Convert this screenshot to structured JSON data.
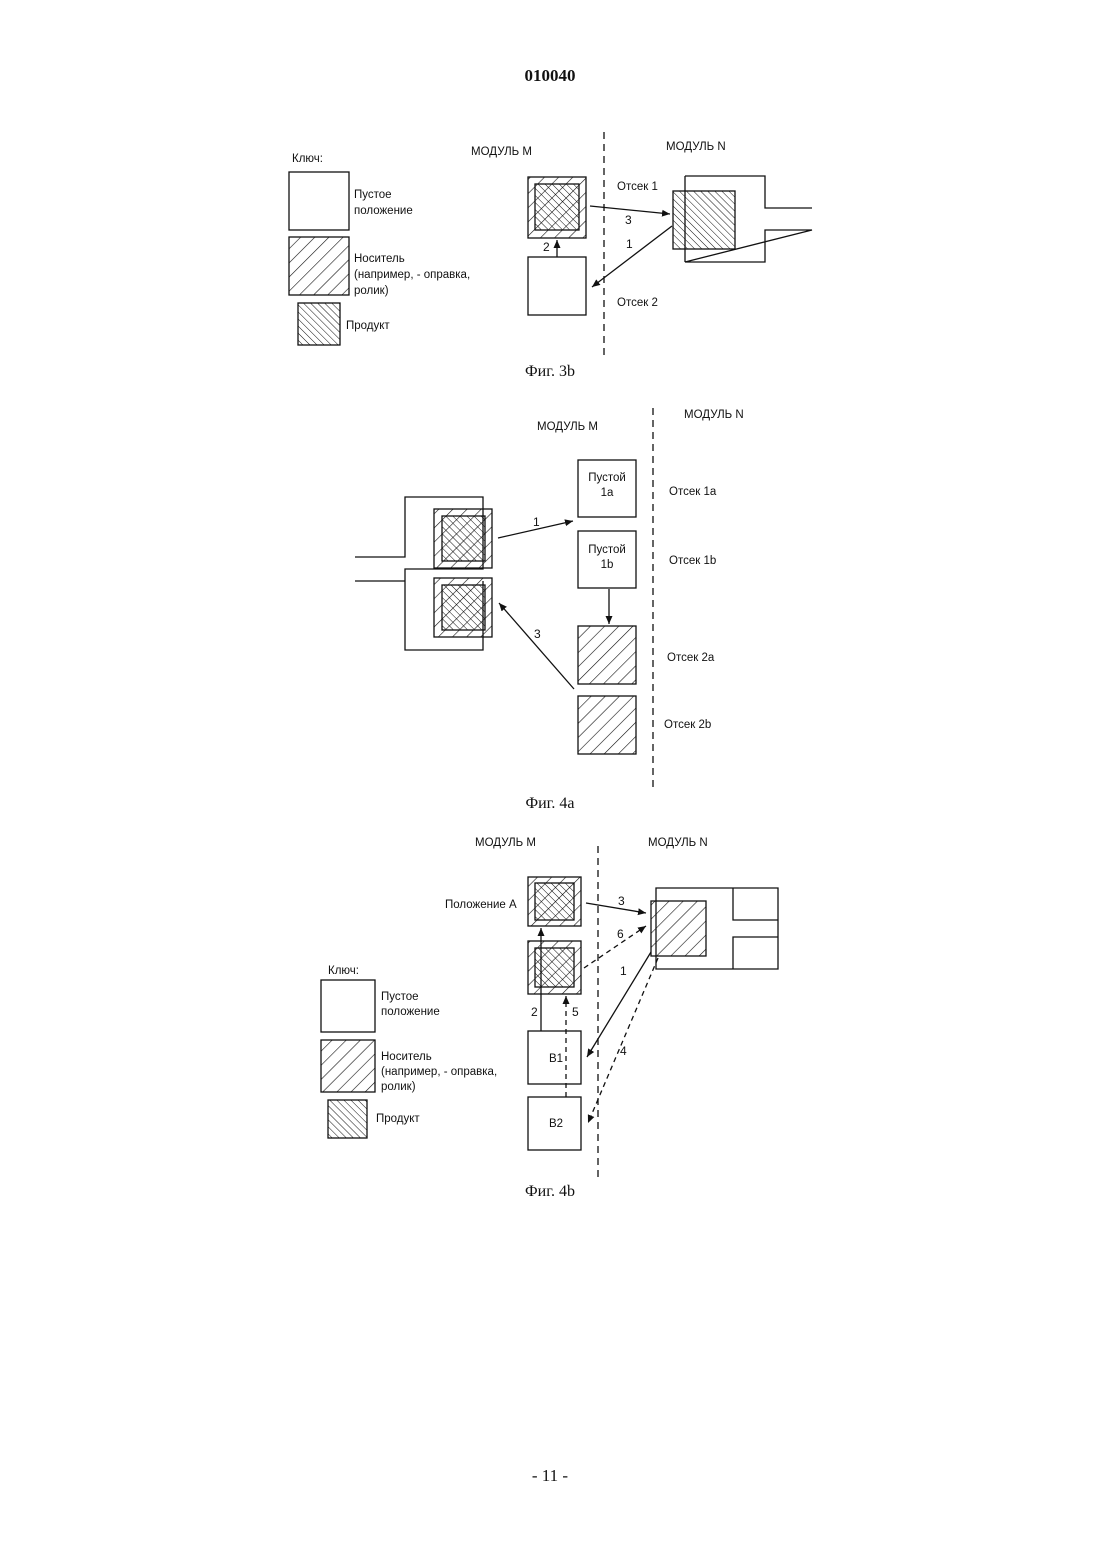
{
  "header": {
    "doc_number": "010040"
  },
  "footer": {
    "page_number": "- 11 -"
  },
  "fig3b": {
    "caption": "Фиг. 3b",
    "key": {
      "title": "Ключ:",
      "empty_line1": "Пустое",
      "empty_line2": "положение",
      "carrier_line1": "Носитель",
      "carrier_line2": "(например, - оправка,",
      "carrier_line3": "ролик)",
      "product": "Продукт"
    },
    "module_m": "МОДУЛЬ М",
    "module_n": "МОДУЛЬ N",
    "bay1": "Отсек 1",
    "bay2": "Отсек 2",
    "arrow1": "1",
    "arrow2": "2",
    "arrow3": "3"
  },
  "fig4a": {
    "caption": "Фиг. 4a",
    "module_m": "МОДУЛЬ М",
    "module_n": "МОДУЛЬ N",
    "empty1a_line1": "Пустой",
    "empty1a_line2": "1a",
    "empty1b_line1": "Пустой",
    "empty1b_line2": "1b",
    "bay1a": "Отсек 1a",
    "bay1b": "Отсек 1b",
    "bay2a": "Отсек 2a",
    "bay2b": "Отсек 2b",
    "arrow1": "1",
    "arrow3": "3"
  },
  "fig4b": {
    "caption": "Фиг. 4b",
    "key": {
      "title": "Ключ:",
      "empty_line1": "Пустое",
      "empty_line2": "положение",
      "carrier_line1": "Носитель",
      "carrier_line2": "(например, - оправка,",
      "carrier_line3": "ролик)",
      "product": "Продукт"
    },
    "module_m": "МОДУЛЬ М",
    "module_n": "МОДУЛЬ N",
    "position_a": "Положение А",
    "b1": "B1",
    "b2": "B2",
    "arrow1": "1",
    "arrow2": "2",
    "arrow3": "3",
    "arrow4": "4",
    "arrow5": "5",
    "arrow6": "6"
  }
}
